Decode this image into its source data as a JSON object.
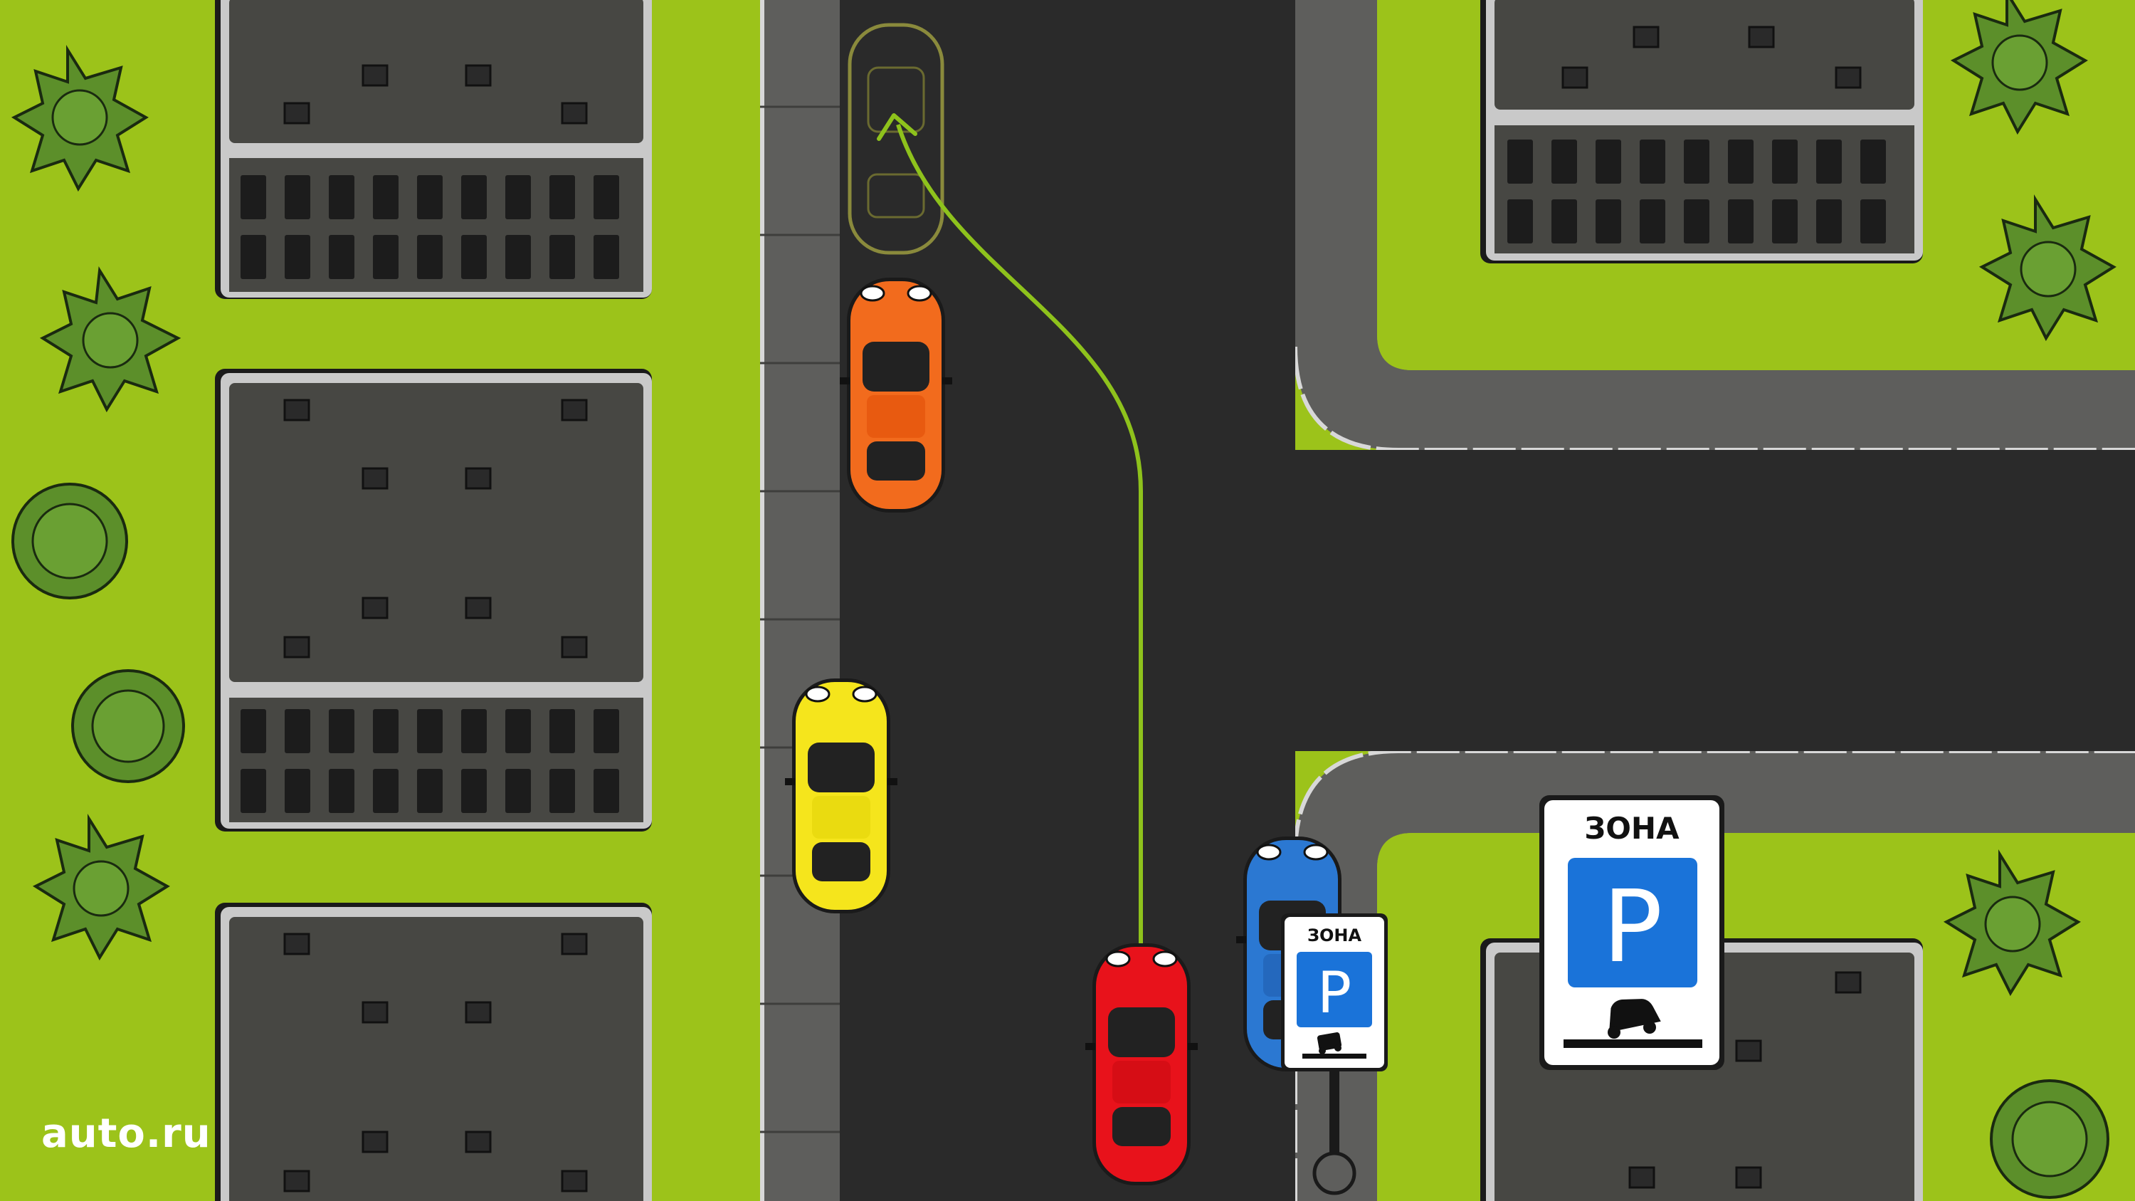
{
  "scene": {
    "description_type": "illustrated top-down road scene",
    "colors": {
      "grass": "#9cc31a",
      "road": "#2a2a2a",
      "sidewalk": "#5e5e5c",
      "building_roof": "#474743",
      "path_arrow": "#8ec21c",
      "sign_blue": "#1a73d9"
    }
  },
  "cars": [
    {
      "name": "orange-car",
      "color": "#f26b1d"
    },
    {
      "name": "yellow-car",
      "color": "#f5e51c"
    },
    {
      "name": "red-car",
      "color": "#e8121b"
    },
    {
      "name": "blue-car",
      "color": "#2b78d2"
    }
  ],
  "sign_large": {
    "top_text": "ЗОНА",
    "symbol": "P"
  },
  "sign_small": {
    "top_text": "ЗОНА",
    "symbol": "P"
  },
  "logo": {
    "text": "auto.ru"
  }
}
